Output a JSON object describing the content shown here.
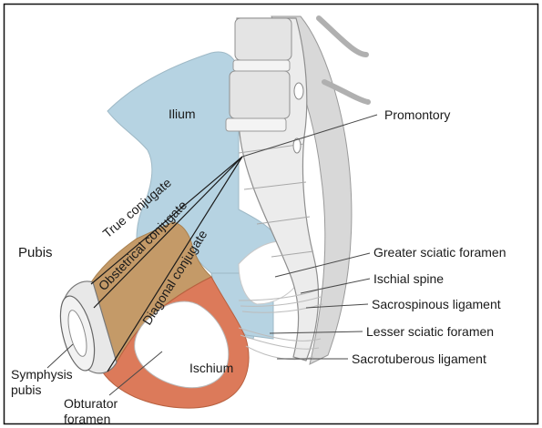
{
  "diagram": {
    "colors": {
      "ilium": "#b6d3e2",
      "pubis": "#c49a68",
      "ischium": "#dc7a5a",
      "bone": "#e6e6e6",
      "line": "#1a1a1a"
    },
    "labels": {
      "ilium": "Ilium",
      "promontory": "Promontory",
      "pubis": "Pubis",
      "true_conjugate": "True conjugate",
      "obstetrical_conjugate": "Obstetrical conjugate",
      "diagonal_conjugate": "Diagonal conjugate",
      "greater_sciatic_foramen": "Greater sciatic foramen",
      "ischial_spine": "Ischial spine",
      "sacrospinous_ligament": "Sacrospinous ligament",
      "lesser_sciatic_foramen": "Lesser sciatic foramen",
      "sacrotuberous_ligament": "Sacrotuberous ligament",
      "ischium": "Ischium",
      "symphysis_line1": "Symphysis",
      "symphysis_line2": "pubis",
      "obturator_line1": "Obturator",
      "obturator_line2": "foramen"
    }
  }
}
